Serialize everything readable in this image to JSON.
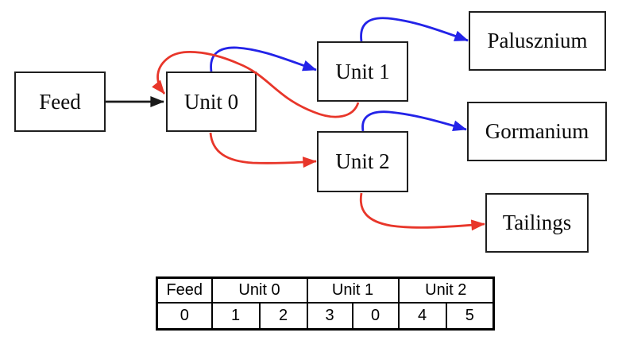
{
  "diagram": {
    "nodes": {
      "feed": {
        "label": "Feed"
      },
      "unit0": {
        "label": "Unit 0"
      },
      "unit1": {
        "label": "Unit 1"
      },
      "unit2": {
        "label": "Unit 2"
      },
      "palusznium": {
        "label": "Palusznium"
      },
      "gormanium": {
        "label": "Gormanium"
      },
      "tailings": {
        "label": "Tailings"
      }
    },
    "edges": [
      {
        "from": "Feed",
        "to": "Unit 0",
        "stream": "feed",
        "color": "#1a1a1a"
      },
      {
        "from": "Unit 0",
        "to": "Unit 1",
        "stream": "concentrate",
        "color": "#2323e8"
      },
      {
        "from": "Unit 0",
        "to": "Unit 2",
        "stream": "tailings",
        "color": "#e8362a"
      },
      {
        "from": "Unit 1",
        "to": "Palusznium",
        "stream": "concentrate",
        "color": "#2323e8"
      },
      {
        "from": "Unit 1",
        "to": "Unit 0",
        "stream": "recycle",
        "color": "#e8362a"
      },
      {
        "from": "Unit 2",
        "to": "Gormanium",
        "stream": "concentrate",
        "color": "#2323e8"
      },
      {
        "from": "Unit 2",
        "to": "Tailings",
        "stream": "tailings",
        "color": "#e8362a"
      }
    ],
    "colors": {
      "feed_edge": "#1a1a1a",
      "concentrate_edge": "#2323e8",
      "tailings_edge": "#e8362a",
      "node_border": "#1f1f1f"
    }
  },
  "table": {
    "headers": [
      {
        "label": "Feed",
        "span": 1
      },
      {
        "label": "Unit 0",
        "span": 2
      },
      {
        "label": "Unit 1",
        "span": 2
      },
      {
        "label": "Unit 2",
        "span": 2
      }
    ],
    "values": [
      "0",
      "1",
      "2",
      "3",
      "0",
      "4",
      "5"
    ]
  }
}
